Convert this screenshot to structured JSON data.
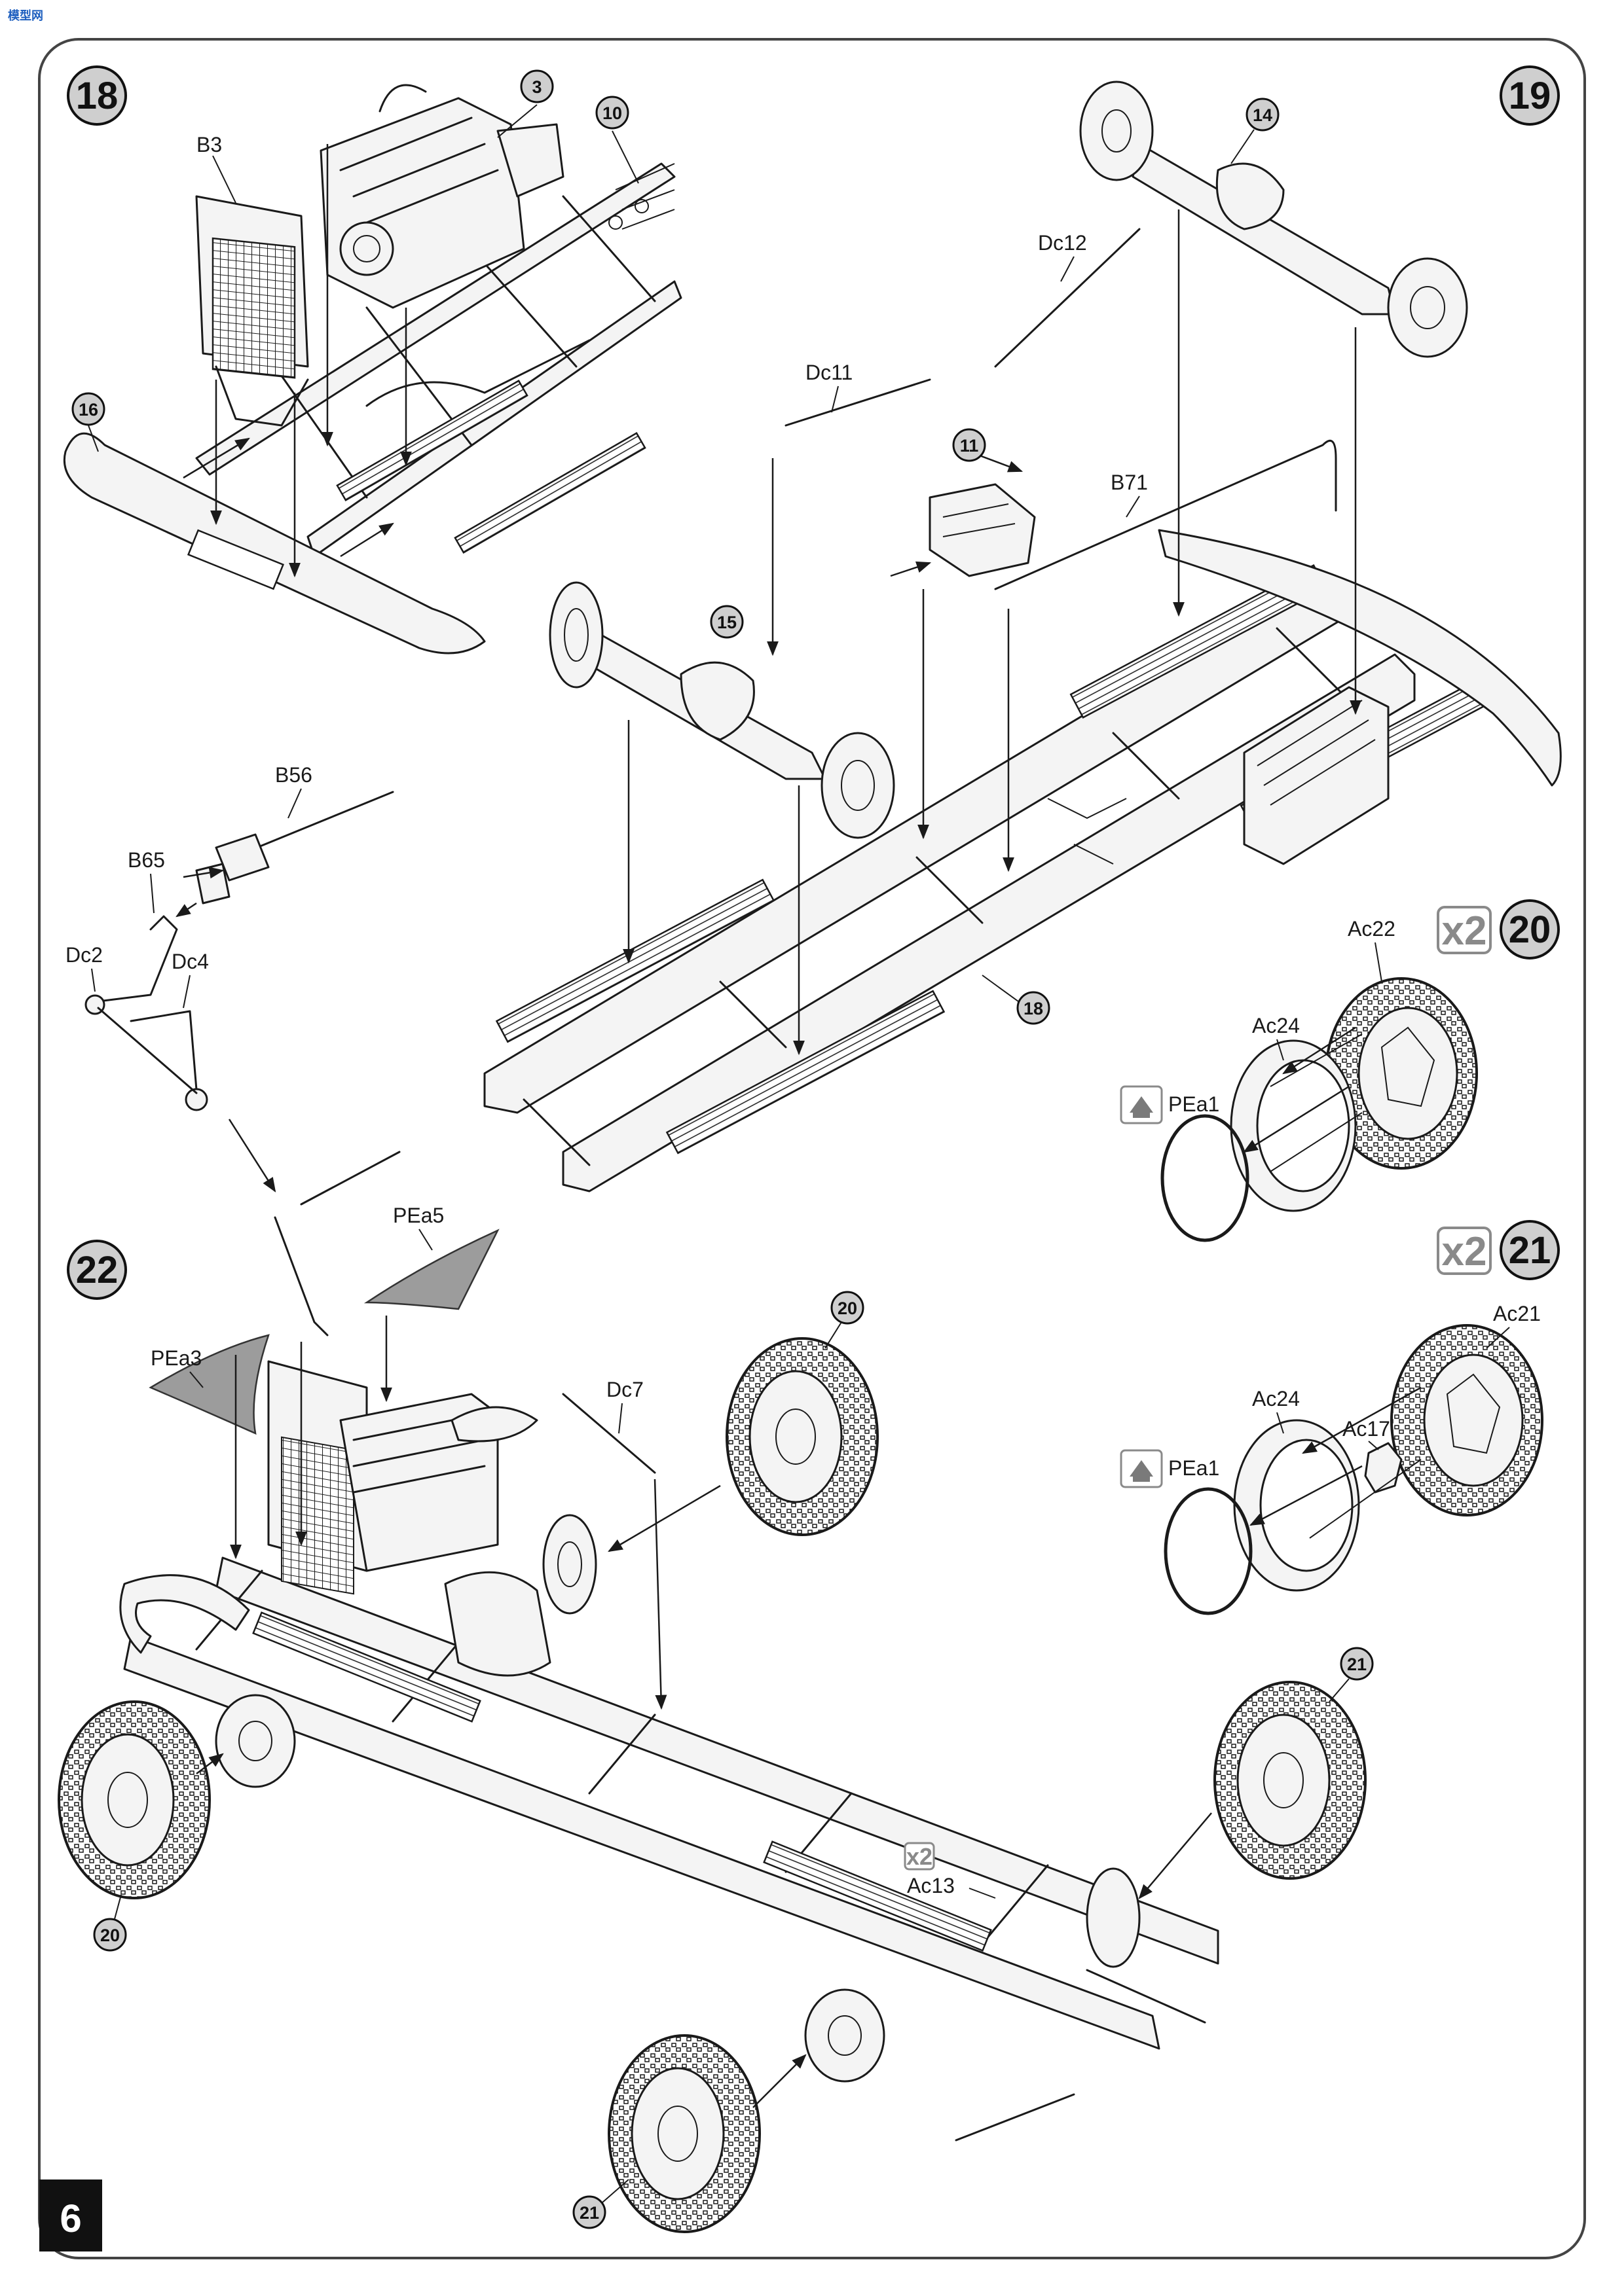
{
  "page": {
    "number": "6",
    "brand": "模型网"
  },
  "steps": [
    {
      "id": "step-18",
      "number": "18",
      "labels": [
        "B3",
        "3",
        "10",
        "16"
      ]
    },
    {
      "id": "step-19",
      "number": "19",
      "labels": [
        "14",
        "Dc12",
        "Dc11",
        "11",
        "B71",
        "15",
        "18"
      ]
    },
    {
      "id": "step-20",
      "number": "20",
      "multiplier": "x2",
      "labels": [
        "Ac22",
        "Ac24",
        "PEa1"
      ]
    },
    {
      "id": "step-21",
      "number": "21",
      "multiplier": "x2",
      "labels": [
        "Ac21",
        "Ac24",
        "Ac17",
        "PEa1"
      ]
    },
    {
      "id": "step-22",
      "number": "22",
      "labels": [
        "PEa5",
        "PEa3",
        "Dc7",
        "20",
        "21",
        "Ac13"
      ],
      "inline_multiplier": "x2"
    },
    {
      "id": "sub-assembly",
      "labels": [
        "B56",
        "B65",
        "Dc2",
        "Dc4"
      ]
    }
  ]
}
